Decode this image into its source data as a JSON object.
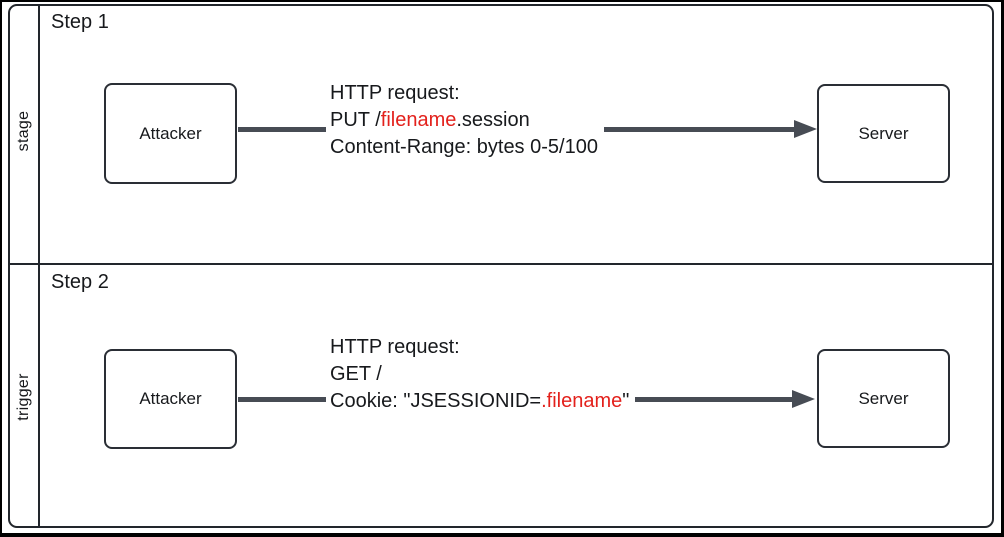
{
  "diagram_type": "sequence-attack-flow",
  "colors": {
    "highlight_red": "#e3211c",
    "arrow": "#474c54",
    "node_border": "#2a2e35",
    "frame": "#22262c",
    "text": "#17191c",
    "background": "#ffffff",
    "outer_border": "#000000"
  },
  "rows": [
    {
      "row_label": "stage",
      "step_title": "Step 1",
      "source_label": "Attacker",
      "target_label": "Server",
      "message": {
        "line1": "HTTP request:",
        "line2_pre": "PUT /",
        "line2_red": "filename",
        "line2_post": ".session",
        "line3_pre": "Content-Range: bytes 0-5/100",
        "line3_red": "",
        "line3_post": ""
      }
    },
    {
      "row_label": "trigger",
      "step_title": "Step 2",
      "source_label": "Attacker",
      "target_label": "Server",
      "message": {
        "line1": "HTTP request:",
        "line2_pre": "GET /",
        "line2_red": "",
        "line2_post": "",
        "line3_pre": "Cookie: \"JSESSIONID=",
        "line3_red": ".filename",
        "line3_post": "\""
      }
    }
  ]
}
